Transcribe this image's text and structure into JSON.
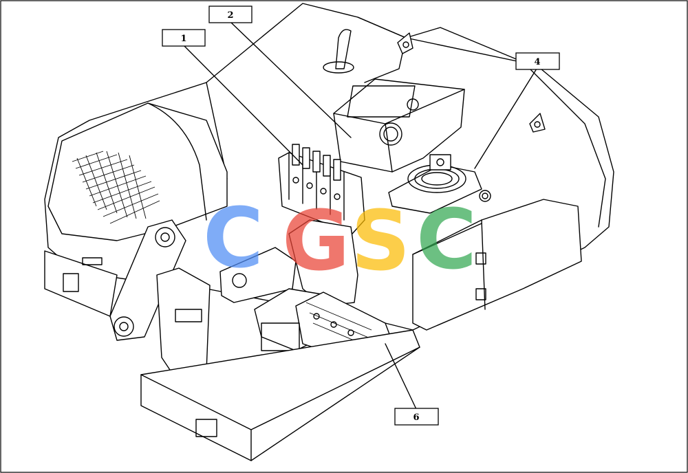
{
  "callouts": [
    {
      "id": "1",
      "label": "1"
    },
    {
      "id": "2",
      "label": "2"
    },
    {
      "id": "4",
      "label": "4"
    },
    {
      "id": "6",
      "label": "6"
    }
  ],
  "watermark": {
    "letters": [
      "C",
      "G",
      "S",
      "C"
    ],
    "colors": [
      "#4f8df5",
      "#ea4335",
      "#fbbc05",
      "#34a853"
    ]
  }
}
